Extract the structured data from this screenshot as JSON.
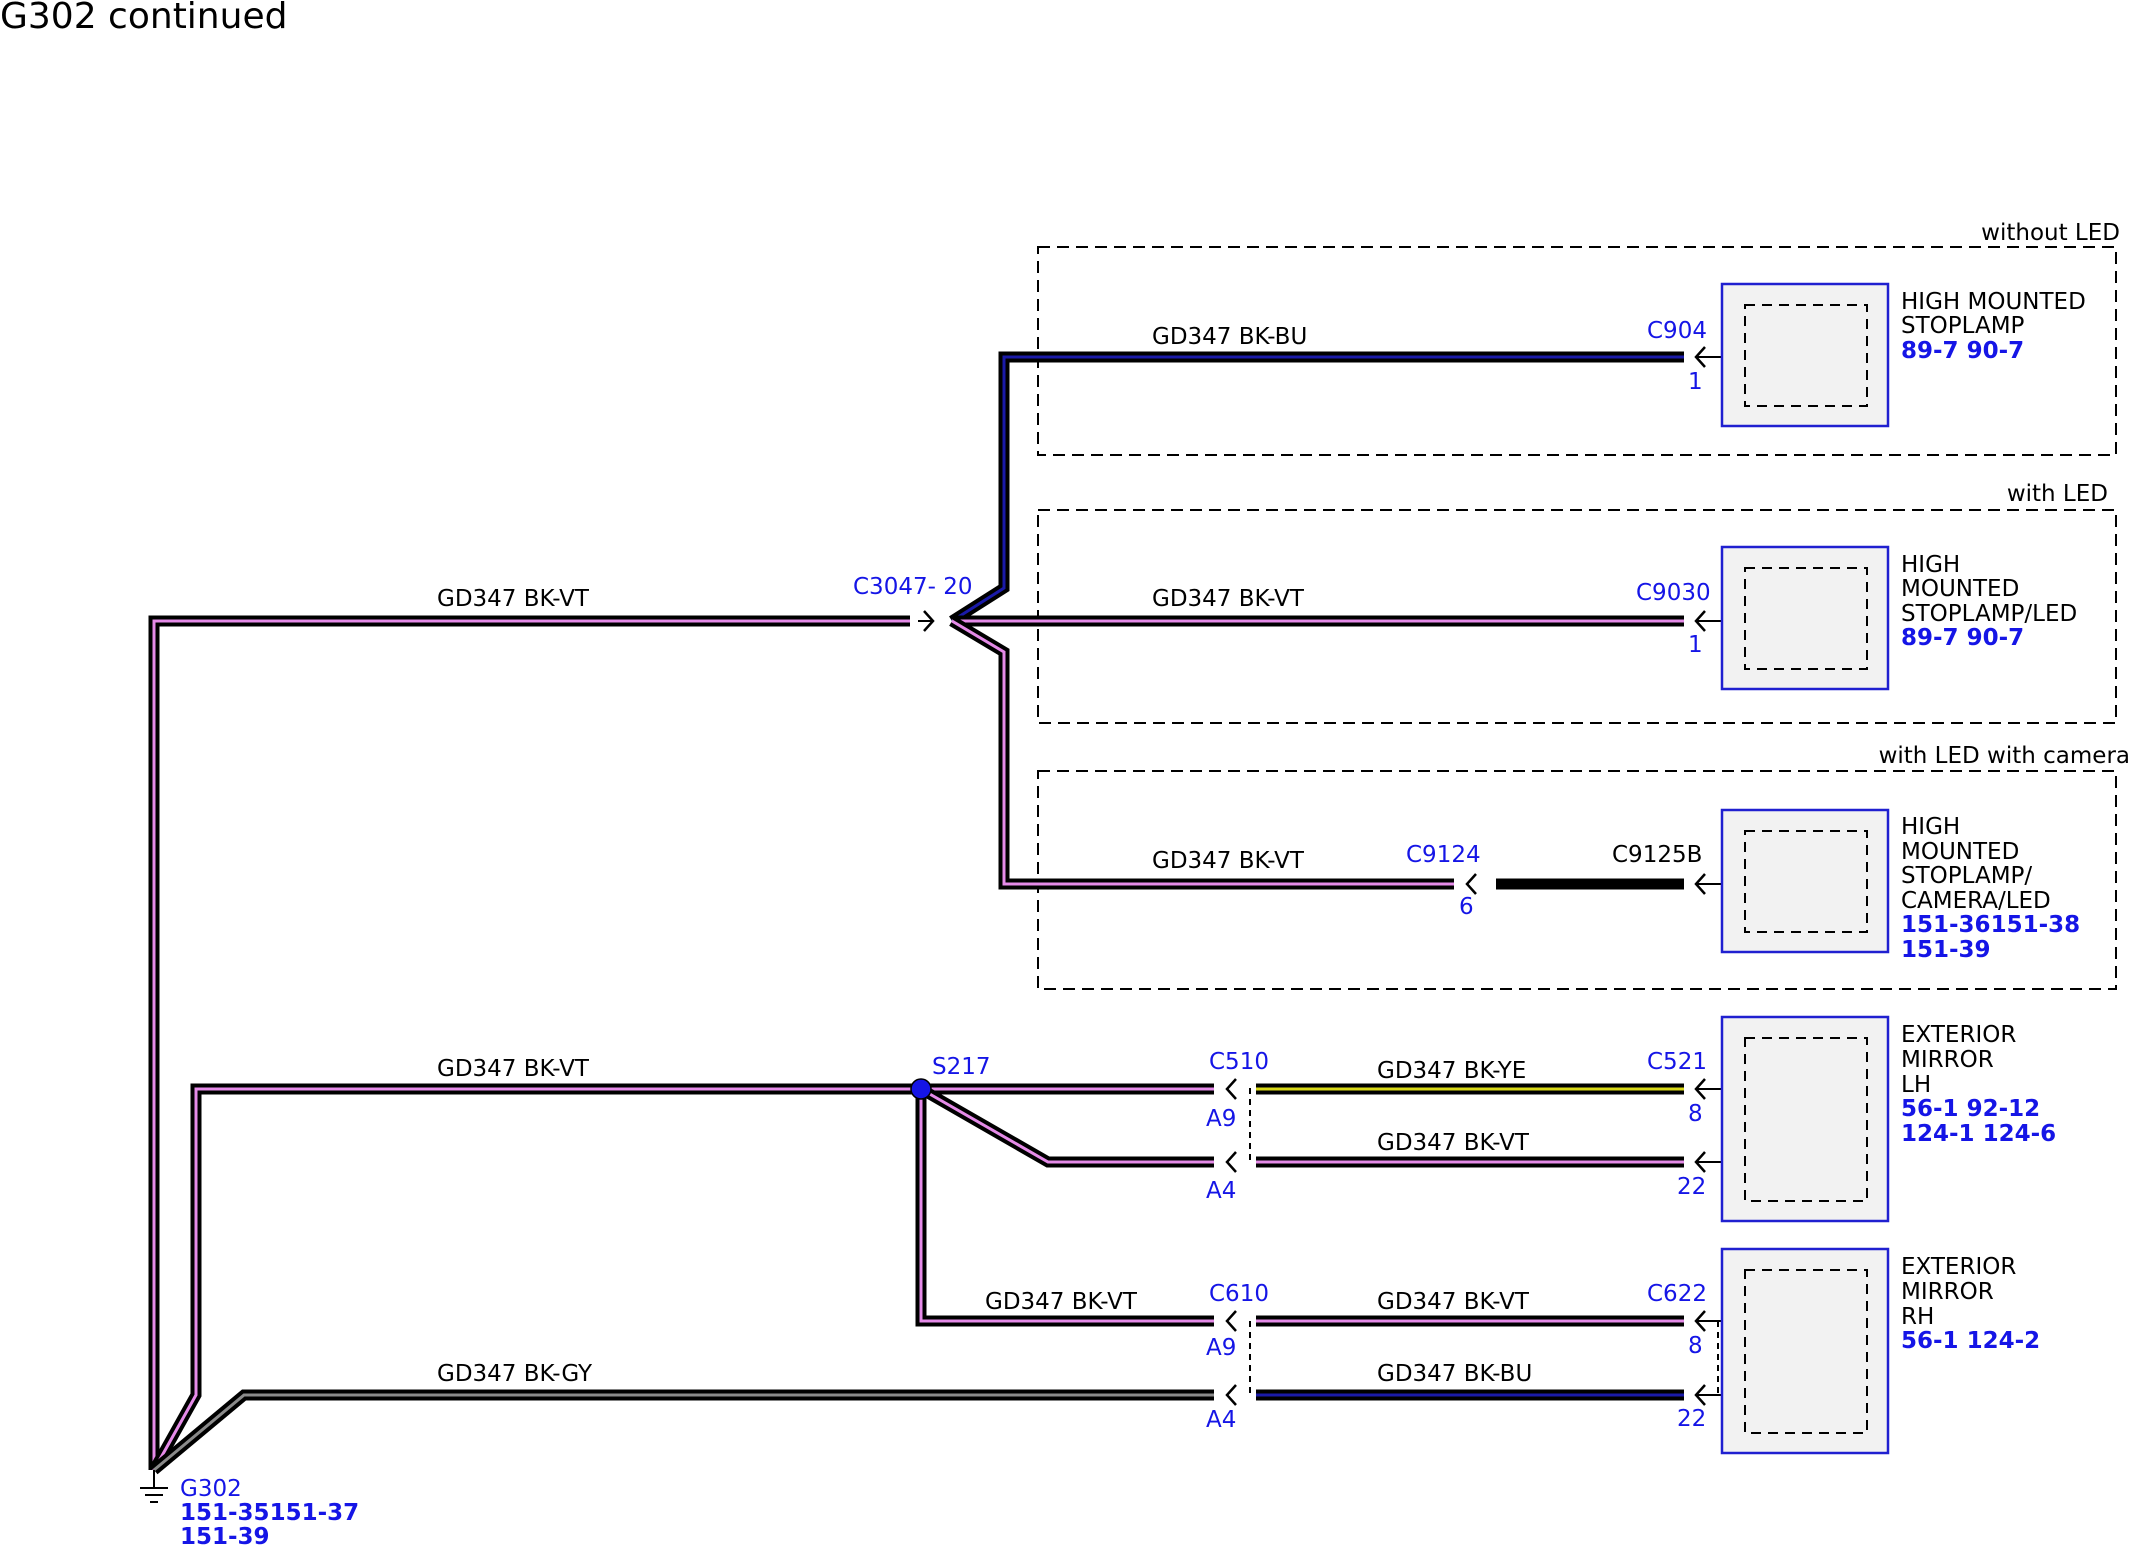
{
  "title": "G302 continued",
  "colors": {
    "accent": "#1515e6",
    "violet": "#e58be8",
    "blue": "#1a1aa8",
    "yellow": "#d8d818",
    "gray": "#8a8a8a",
    "black": "#000000"
  },
  "ground": {
    "name": "G302",
    "refs1": "151-35151-37",
    "refs2": "151-39"
  },
  "splice": "S217",
  "main_connector": "C3047- 20",
  "variants": {
    "without_led": "without LED",
    "with_led": "with LED",
    "with_led_camera": "with LED with camera"
  },
  "wires": {
    "w1": "GD347   BK-VT",
    "w2": "GD347   BK-BU",
    "w3": "GD347   BK-VT",
    "w4": "GD347   BK-VT",
    "w5": "GD347   BK-VT",
    "w6": "GD347   BK-YE",
    "w7": "GD347   BK-VT",
    "w8": "GD347   BK-VT",
    "w9": "GD347   BK-VT",
    "w10": "GD347   BK-GY",
    "w11": "GD347   BK-BU"
  },
  "connectors": {
    "c904": "C904",
    "c904_pin": "1",
    "c9030": "C9030",
    "c9030_pin": "1",
    "c9124": "C9124",
    "c9124_pin": "6",
    "c9125b": "C9125B",
    "c510": "C510",
    "c510_a9": "A9",
    "c510_a4": "A4",
    "c521": "C521",
    "c521_p8": "8",
    "c521_p22": "22",
    "c610": "C610",
    "c610_a9": "A9",
    "c610_a4": "A4",
    "c622": "C622",
    "c622_p8": "8",
    "c622_p22": "22"
  },
  "components": {
    "stoplamp": {
      "l1": "HIGH MOUNTED",
      "l2": "STOPLAMP",
      "r1": "89-7   90-7"
    },
    "stoplamp_led": {
      "l1": "HIGH",
      "l2": "MOUNTED",
      "l3": "STOPLAMP/LED",
      "r1": "89-7   90-7"
    },
    "stoplamp_cam": {
      "l1": "HIGH",
      "l2": "MOUNTED",
      "l3": "STOPLAMP/",
      "l4": "CAMERA/LED",
      "r1": "151-36151-38",
      "r2": "151-39"
    },
    "mirror_lh": {
      "l1": "EXTERIOR",
      "l2": "MIRROR",
      "l3": "LH",
      "r1": "56-1   92-12",
      "r2": "124-1 124-6"
    },
    "mirror_rh": {
      "l1": "EXTERIOR",
      "l2": "MIRROR",
      "l3": "RH",
      "r1": "56-1   124-2"
    }
  }
}
